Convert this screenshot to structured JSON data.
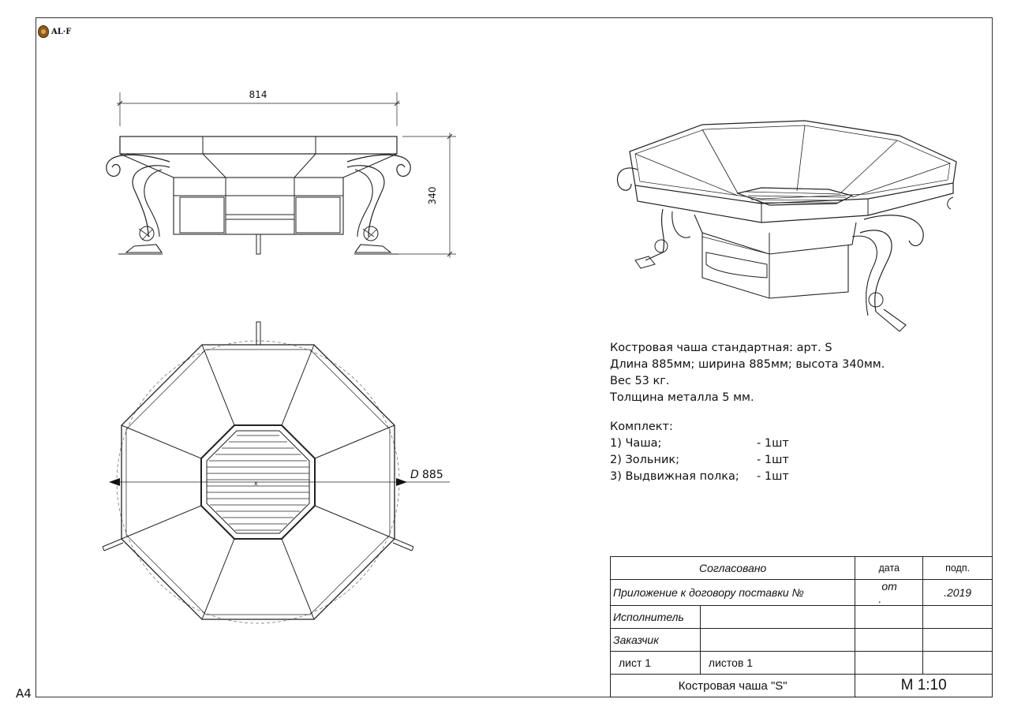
{
  "sheet": {
    "format": "A4",
    "logo_text": "AL·F"
  },
  "dimensions": {
    "length": "814",
    "height": "340",
    "diameter": "885",
    "diameter_symbol": "D"
  },
  "spec": {
    "title_line": "Костровая чаша стандартная: арт. S",
    "size_line": "Длина 885мм; ширина 885мм; высота 340мм.",
    "weight_line": "Вес 53 кг.",
    "thickness_line": "Толщина металла 5 мм.",
    "kit_title": "Комплект:",
    "kit_items": [
      {
        "name": "1) Чаша;",
        "qty": "- 1шт"
      },
      {
        "name": "2) Зольник;",
        "qty": "- 1шт"
      },
      {
        "name": "3) Выдвижная полка;",
        "qty": "- 1шт"
      }
    ]
  },
  "title_block": {
    "agreed": "Согласовано",
    "date_header": "дата",
    "sign_header": "подп.",
    "appendix": "Приложение к договору поставки №",
    "date_from": "от",
    "date_dot": ".",
    "date_year": ".2019",
    "executor": "Исполнитель",
    "customer": "Заказчик",
    "sheet_no": "лист 1",
    "sheets_total": "листов 1",
    "product_name": "Костровая чаша \"S\"",
    "scale": "М 1:10"
  }
}
